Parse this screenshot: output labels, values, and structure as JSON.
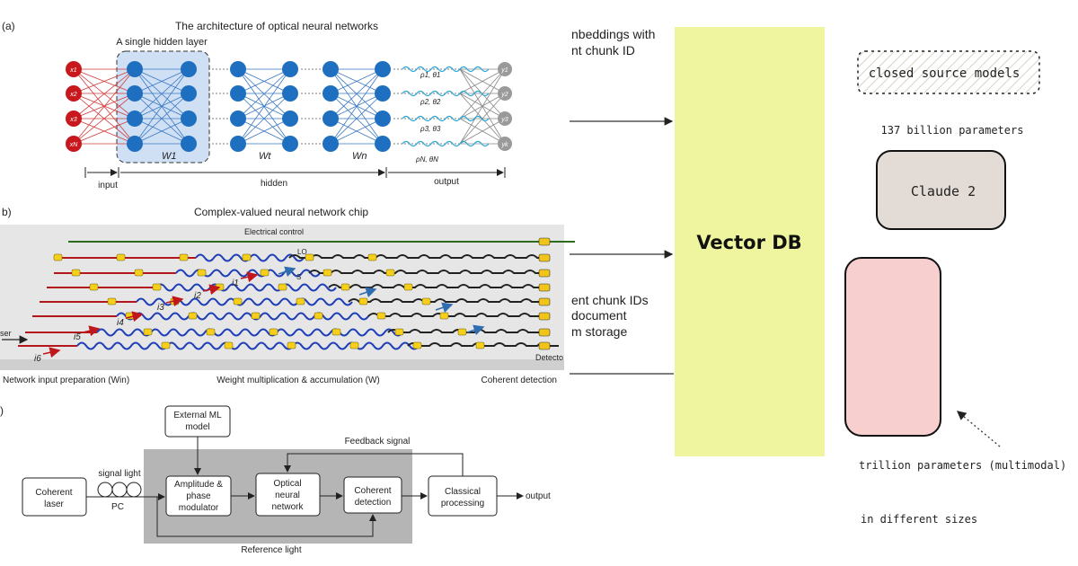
{
  "panel_a": {
    "label": "(a)",
    "title": "The architecture of optical neural networks",
    "hidden_layer_label": "A single hidden layer",
    "inputs": [
      "x1",
      "x2",
      "x3",
      "xN"
    ],
    "outputs": [
      "y1",
      "y2",
      "y3",
      "yk"
    ],
    "weights": [
      "W1",
      "Wt",
      "Wn"
    ],
    "phases": [
      "ρ1, θ1",
      "ρ2, θ2",
      "ρ3, θ3",
      "ρN, θN"
    ],
    "section_input": "input",
    "section_hidden": "hidden",
    "section_output": "output"
  },
  "panel_b": {
    "label": "b)",
    "title": "Complex-valued neural network chip",
    "electrical_control": "Electrical control",
    "lo": "LO",
    "s": "S",
    "laser": "ser",
    "detector": "Detecto",
    "currents": [
      "i1",
      "i2",
      "i3",
      "i4",
      "i5",
      "i6"
    ],
    "section_1": "Network input preparation (Win)",
    "section_2": "Weight multiplication & accumulation (W)",
    "section_3": "Coherent detection"
  },
  "panel_c": {
    "label": ")",
    "external_ml": "External ML model",
    "coherent_laser": "Coherent laser",
    "signal_light": "signal light",
    "pc": "PC",
    "amp_phase": "Amplitude & phase modulator",
    "optical_nn": "Optical neural network",
    "coherent_detection": "Coherent detection",
    "classical": "Classical processing",
    "output": "output",
    "feedback": "Feedback signal",
    "reference": "Reference light"
  },
  "middle": {
    "text_top_1": "nbeddings with",
    "text_top_2": "nt chunk ID",
    "text_mid_1": "ent chunk IDs",
    "text_mid_2": "document",
    "text_mid_3": "m storage",
    "vector_db": "Vector DB",
    "vector_db_color": "#eef59e"
  },
  "right": {
    "closed_source": "closed source models",
    "params_137": "137 billion parameters",
    "claude2": "Claude 2",
    "trillion": "trillion parameters (multimodal)",
    "sizes": "in different sizes",
    "claude_color": "#e3dcd6",
    "pink_color": "#f7cfcf"
  }
}
